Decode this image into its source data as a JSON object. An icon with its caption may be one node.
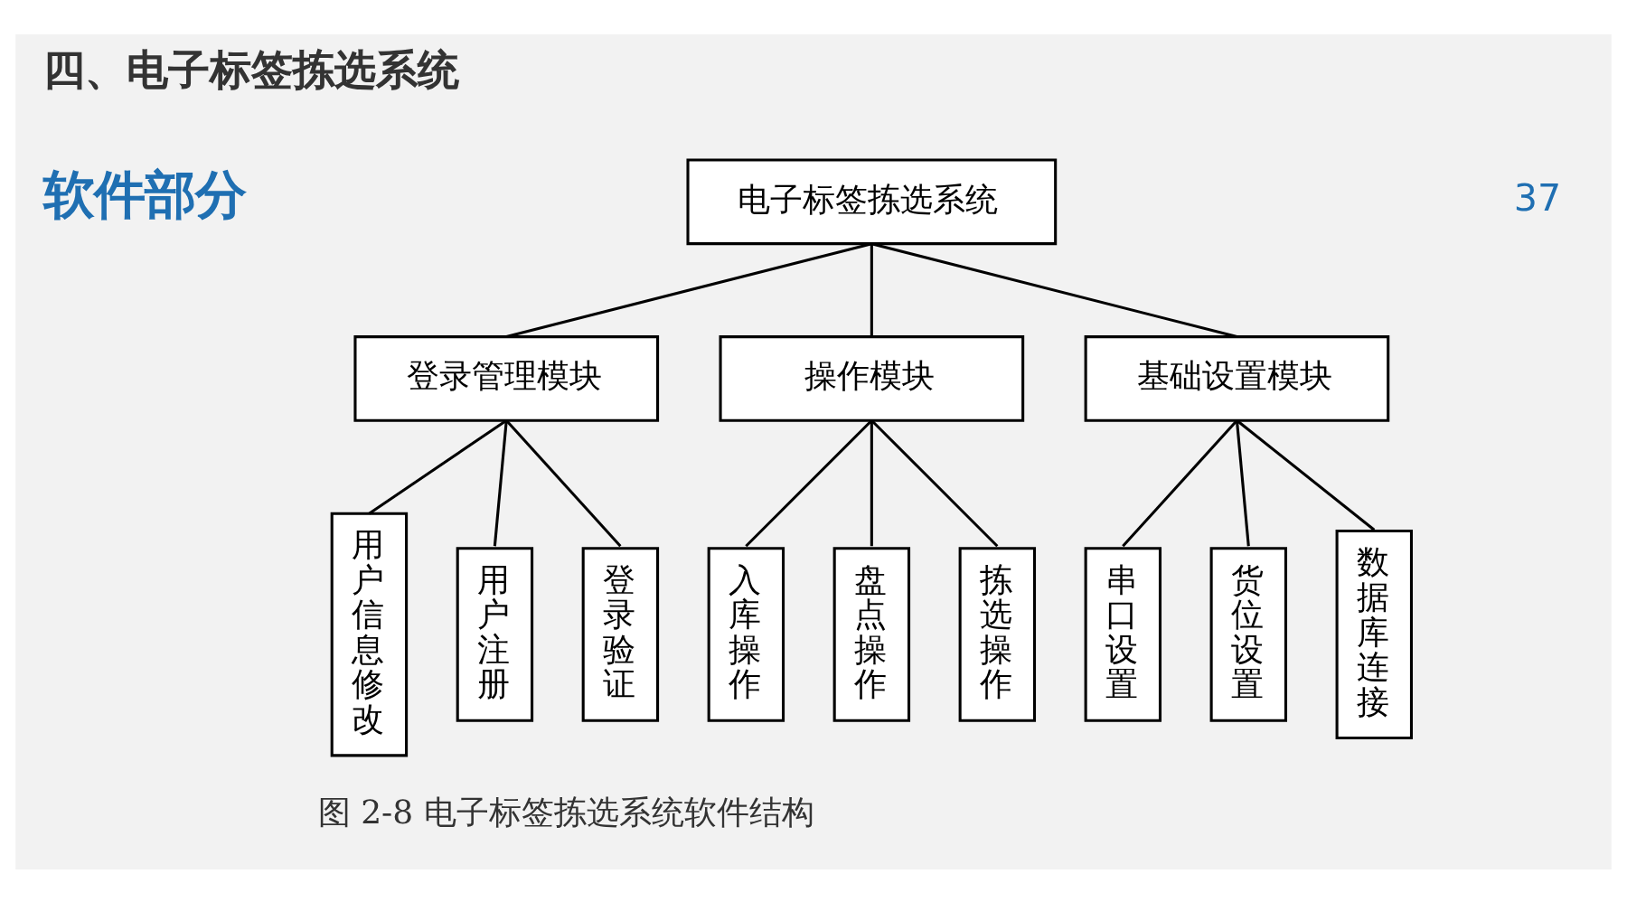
{
  "diagram": {
    "title": "四、电子标签拣选系统",
    "caption": "图 2-8 电子标签拣选系统软件结构",
    "nodes": [
      {
        "text": [
          "电子标签拣选系统"
        ]
      },
      {
        "text": [
          "登录管理模块"
        ]
      },
      {
        "text": [
          "操作模块"
        ]
      },
      {
        "text": [
          "基础设置模块"
        ]
      },
      {
        "text": [
          "用户信息修改"
        ]
      },
      {
        "text": [
          "用户注册"
        ]
      },
      {
        "text": [
          "登录验证"
        ]
      },
      {
        "text": [
          "入库操作"
        ]
      },
      {
        "text": [
          "盘点操作"
        ]
      },
      {
        "text": [
          "拣选操作"
        ]
      },
      {
        "text": [
          "串口设置"
        ]
      },
      {
        "text": [
          "货位设置"
        ]
      },
      {
        "text": [
          "数据库连接"
        ]
      }
    ],
    "edges": [
      {
        "from": 0,
        "to": 1,
        "arrow": "none"
      },
      {
        "from": 0,
        "to": 2,
        "arrow": "none"
      },
      {
        "from": 0,
        "to": 3,
        "arrow": "none"
      },
      {
        "from": 1,
        "to": 4,
        "arrow": "none"
      },
      {
        "from": 1,
        "to": 5,
        "arrow": "none"
      },
      {
        "from": 1,
        "to": 6,
        "arrow": "none"
      },
      {
        "from": 2,
        "to": 7,
        "arrow": "none"
      },
      {
        "from": 2,
        "to": 8,
        "arrow": "none"
      },
      {
        "from": 2,
        "to": 9,
        "arrow": "none"
      },
      {
        "from": 3,
        "to": 10,
        "arrow": "none"
      },
      {
        "from": 3,
        "to": 11,
        "arrow": "none"
      },
      {
        "from": 3,
        "to": 12,
        "arrow": "none"
      }
    ],
    "labels": [
      "37",
      "软件部分"
    ]
  }
}
